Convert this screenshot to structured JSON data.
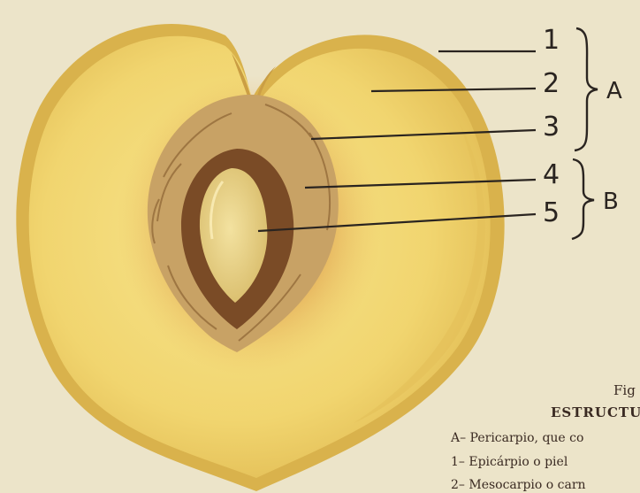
{
  "labels": {
    "numbers": [
      "1",
      "2",
      "3",
      "4",
      "5"
    ],
    "group_a": "A",
    "group_b": "B"
  },
  "caption": {
    "figure": "Fig",
    "title": "ESTRUCTU",
    "items": [
      "A– Pericarpio, que co",
      "1– Epicárpio o piel",
      "2– Mesocarpio o carn"
    ]
  },
  "colors": {
    "flesh": "#f3dc7a",
    "skin": "#d8b450",
    "stone": "#c9a869",
    "seed": "#e9d48a",
    "paper": "#ece4c9"
  }
}
